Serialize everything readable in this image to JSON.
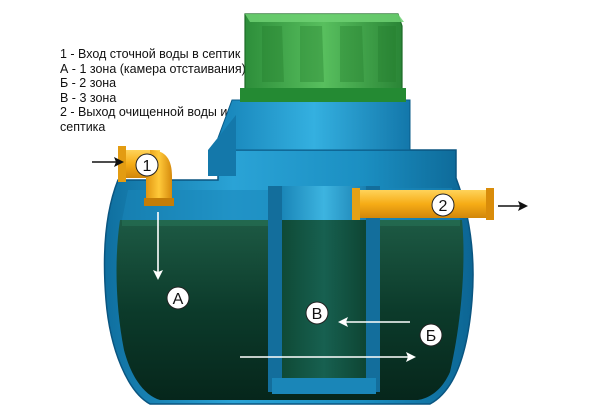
{
  "legend": {
    "items": [
      "1 - Вход сточной воды в септик",
      "А - 1 зона (камера отстаивания)",
      "Б - 2 зона",
      "В - 3 зона",
      "2 - Выход очищенной воды из",
      "септика"
    ]
  },
  "markers": {
    "inlet": "1",
    "outlet": "2",
    "zone_a": "А",
    "zone_b": "Б",
    "zone_v": "В"
  },
  "colors": {
    "tank_body": "#1e93c7",
    "tank_dark": "#0b5f8c",
    "water": "#0d3f2e",
    "water_dark": "#062a1d",
    "hatch": "#39a046",
    "hatch_dark": "#1d6b27",
    "pipe": "#f7b21c",
    "pipe_dark": "#d98c0a",
    "arrow_light": "#ffffff",
    "arrow_dark": "#111111"
  }
}
